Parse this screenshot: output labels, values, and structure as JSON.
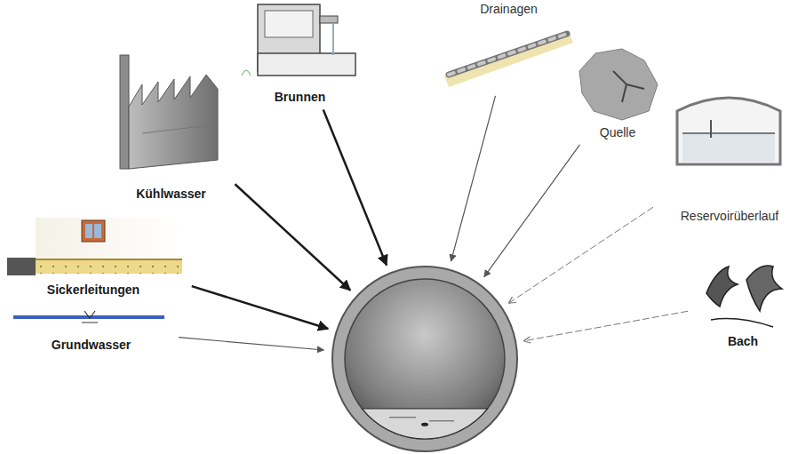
{
  "diagram": {
    "nodes": [
      {
        "text": [
          "Kühlwasser"
        ]
      },
      {
        "text": [
          "Brunnen"
        ]
      },
      {
        "text": [
          "Drainagen"
        ]
      },
      {
        "text": [
          "Quelle"
        ]
      },
      {
        "text": [
          "Reservoirüberlauf"
        ]
      },
      {
        "text": [
          "Sickerleitungen"
        ]
      },
      {
        "text": [
          "Grundwasser"
        ]
      },
      {
        "text": [
          "Bach"
        ]
      },
      {
        "text": []
      }
    ],
    "edges": [
      {
        "from": 0,
        "to": 8,
        "arrow": "to"
      },
      {
        "from": 1,
        "to": 8,
        "arrow": "to"
      },
      {
        "from": 2,
        "to": 8,
        "arrow": "to"
      },
      {
        "from": 3,
        "to": 8,
        "arrow": "to"
      },
      {
        "from": 4,
        "to": 8,
        "arrow": "to"
      },
      {
        "from": 5,
        "to": 8,
        "arrow": "to"
      },
      {
        "from": 6,
        "to": 8,
        "arrow": "to"
      },
      {
        "from": 7,
        "to": 8,
        "arrow": "to"
      }
    ]
  }
}
